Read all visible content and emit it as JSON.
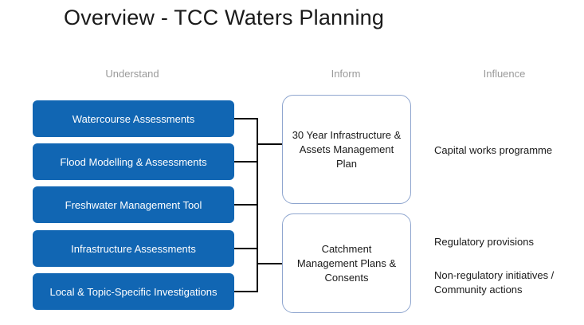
{
  "title": "Overview - TCC Waters Planning",
  "columns": {
    "understand": "Understand",
    "inform": "Inform",
    "influence": "Influence"
  },
  "understand_items": [
    "Watercourse Assessments",
    "Flood Modelling & Assessments",
    "Freshwater Management Tool",
    "Infrastructure Assessments",
    "Local & Topic-Specific Investigations"
  ],
  "inform_items": {
    "infrastructure_plan": "30 Year Infrastructure & Assets Management Plan",
    "catchment_plans": "Catchment Management Plans & Consents"
  },
  "influence_items": {
    "capital_works": "Capital works programme",
    "regulatory": "Regulatory provisions",
    "non_regulatory": "Non-regulatory initiatives / Community actions"
  },
  "colors": {
    "box_fill": "#1166b3",
    "outline": "#8fa6cf",
    "connector": "#000000"
  }
}
